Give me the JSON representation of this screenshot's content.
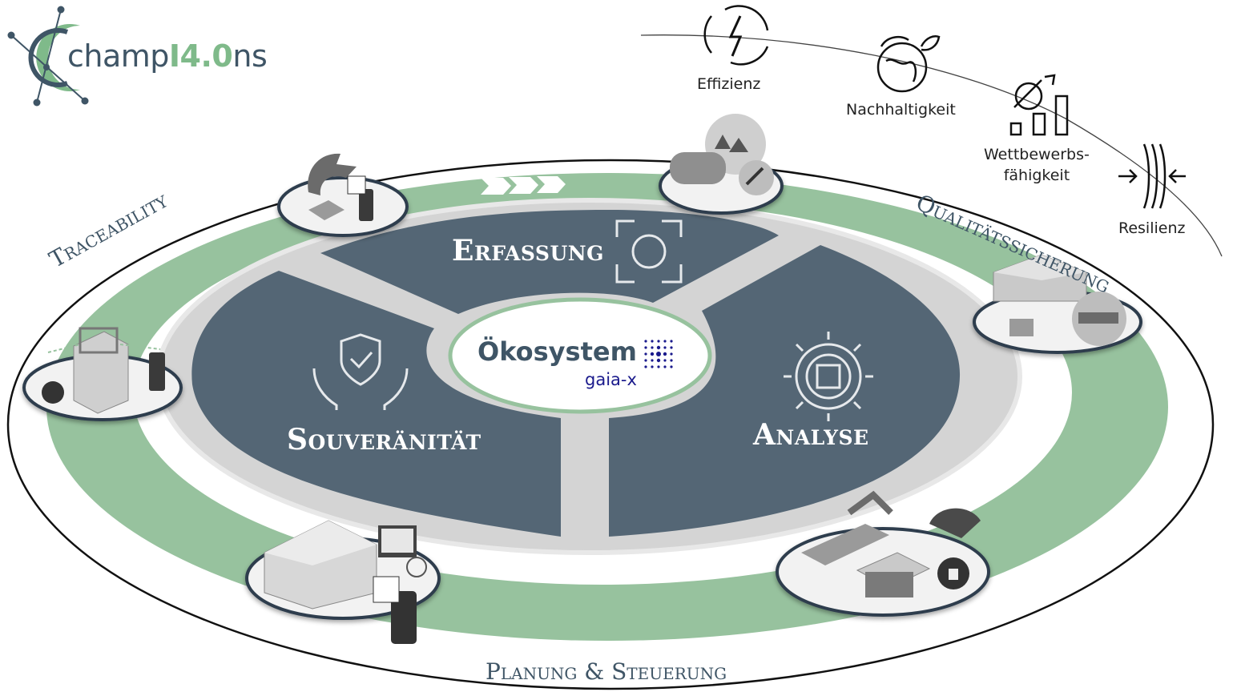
{
  "logo": {
    "prefix": "champ",
    "accent": "I4.0",
    "suffix": "ns"
  },
  "benefits": [
    {
      "label": "Effizienz",
      "icon": "lightning-cycle-icon"
    },
    {
      "label": "Nachhaltigkeit",
      "icon": "globe-leaves-icon"
    },
    {
      "label": "Wettbewerbs-",
      "label2": "fähigkeit",
      "icon": "gear-chart-icon"
    },
    {
      "label": "Resilienz",
      "icon": "pressure-lines-icon"
    }
  ],
  "sectors": {
    "erfassung": {
      "label": "Erfassung",
      "icon": "camera-focus-icon"
    },
    "souveraenitaet": {
      "label": "Souveränität",
      "icon": "shield-hands-icon"
    },
    "analyse": {
      "label": "Analyse",
      "icon": "chip-gear-icon"
    }
  },
  "core": {
    "label": "Ökosystem",
    "partner": "gaia-x"
  },
  "arc_labels": {
    "traceability": "Traceability",
    "quality": "Qualitätssicherung",
    "planning": "Planung & Steuerung"
  },
  "colors": {
    "dark": "#546675",
    "green": "#97c29e",
    "light_ring": "#d6d6d6",
    "text": "#3f5566",
    "logo_green": "#7fba8a"
  }
}
